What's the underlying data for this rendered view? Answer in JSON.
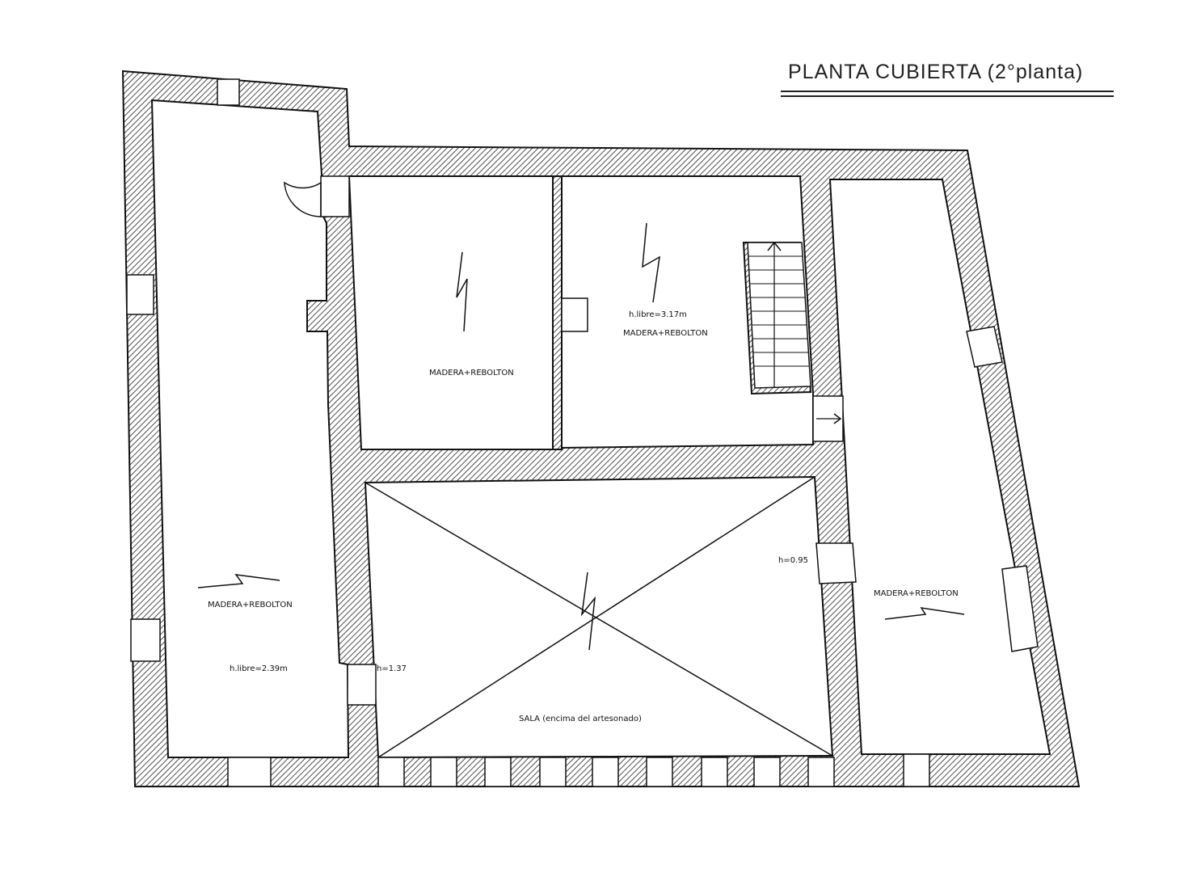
{
  "plan": {
    "title": "PLANTA CUBIERTA (2°planta)"
  },
  "rooms": {
    "left": {
      "material": "MADERA+REBOLTON",
      "height": "h.libre=2.39m"
    },
    "top_middle": {
      "material": "MADERA+REBOLTON"
    },
    "top_right": {
      "material": "MADERA+REBOLTON",
      "height": "h.libre=3.17m"
    },
    "right": {
      "material": "MADERA+REBOLTON"
    },
    "sala": {
      "name": "SALA (encima del artesonado)",
      "height_left": "h=1.37",
      "height_right": "h=0.95"
    }
  },
  "icons": {
    "stair": "stair-icon",
    "door": "door-swing-icon",
    "span": "span-direction-icon"
  },
  "colors": {
    "line": "#111111",
    "background": "#ffffff"
  }
}
